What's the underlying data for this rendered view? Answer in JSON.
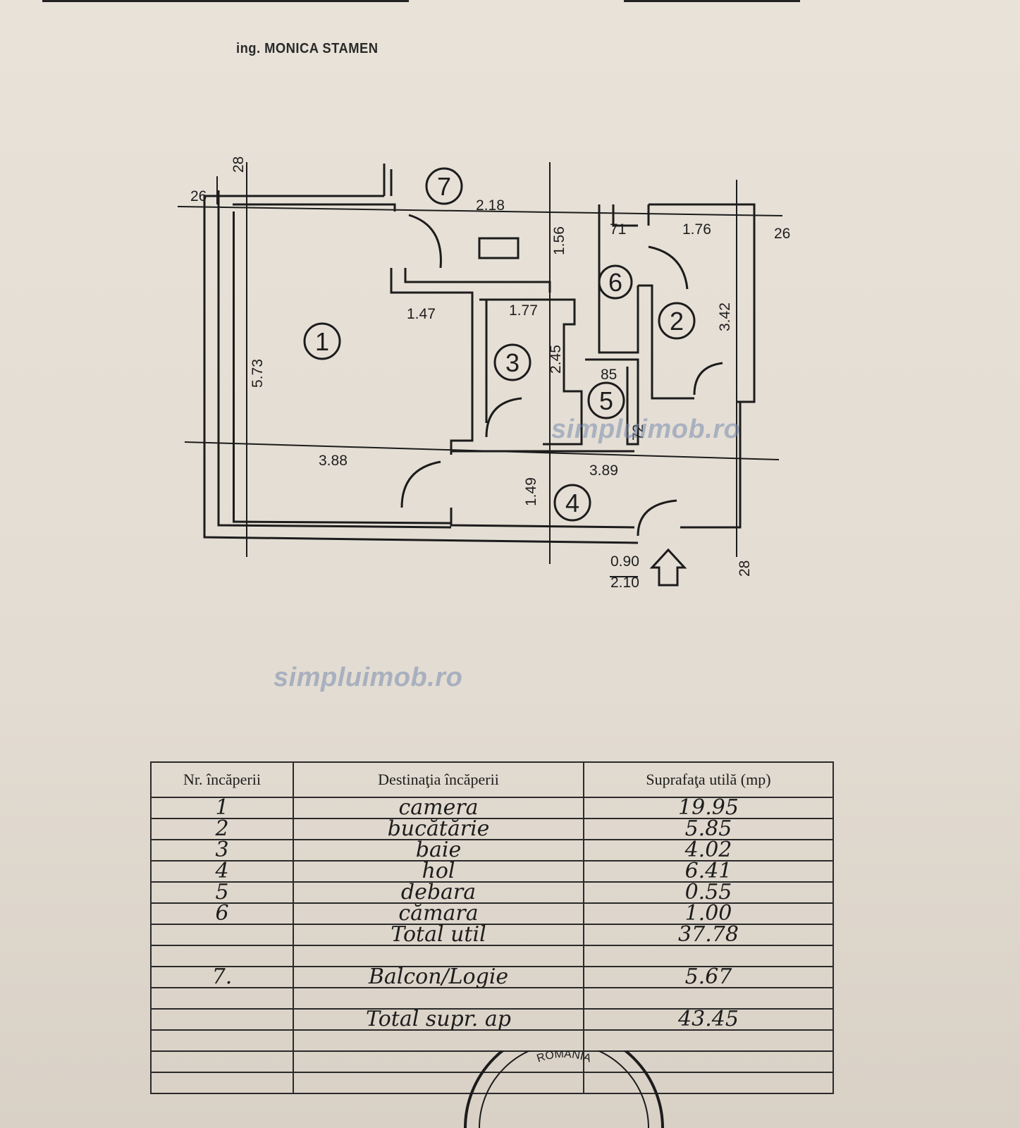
{
  "header": {
    "author": "ing. MONICA STAMEN"
  },
  "plan": {
    "rooms": [
      "1",
      "2",
      "3",
      "4",
      "5",
      "6",
      "7"
    ],
    "dims": {
      "wall_top_left": "28",
      "wall_left": "26",
      "w_balcony": "2.18",
      "h_kitchen_top": "1.56",
      "w_pantry": "71",
      "w_kitchen": "1.76",
      "wall_right": "26",
      "w_hall_top": "1.47",
      "w_bath": "1.77",
      "h_kitchen": "3.42",
      "h_room": "5.73",
      "h_bath": "2.45",
      "w_storage": "85",
      "w_storage_b": "72",
      "w_room": "3.88",
      "w_hall": "3.89",
      "h_hall": "1.49",
      "door_w": "0.90",
      "door_h": "2.10",
      "wall_bottom": "28"
    }
  },
  "watermark": "simpluimob.ro",
  "table": {
    "headers": [
      "Nr. încăperii",
      "Destinaţia încăperii",
      "Suprafaţa utilă (mp)"
    ],
    "rows": [
      {
        "nr": "1",
        "name": "camera",
        "area": "19.95"
      },
      {
        "nr": "2",
        "name": "bucătărie",
        "area": "5.85"
      },
      {
        "nr": "3",
        "name": "baie",
        "area": "4.02"
      },
      {
        "nr": "4",
        "name": "hol",
        "area": "6.41"
      },
      {
        "nr": "5",
        "name": "debara",
        "area": "0.55"
      },
      {
        "nr": "6",
        "name": "cămara",
        "area": "1.00"
      },
      {
        "nr": "",
        "name": "Total util",
        "area": "37.78"
      },
      {
        "nr": "",
        "name": "",
        "area": ""
      },
      {
        "nr": "7.",
        "name": "Balcon/Logie",
        "area": "5.67"
      },
      {
        "nr": "",
        "name": "",
        "area": ""
      },
      {
        "nr": "",
        "name": "Total supr. ap",
        "area": "43.45"
      },
      {
        "nr": "",
        "name": "",
        "area": ""
      },
      {
        "nr": "",
        "name": "",
        "area": ""
      },
      {
        "nr": "",
        "name": "",
        "area": ""
      }
    ]
  },
  "stamp": {
    "text": "ROMÂNIA"
  }
}
